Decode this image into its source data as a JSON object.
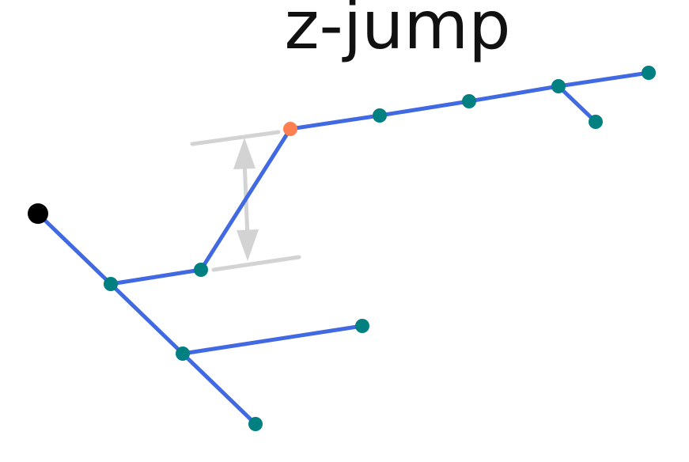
{
  "title": "z-jump",
  "colors": {
    "edge": "#4169E1",
    "node": "#008080",
    "highlight_node": "#FF7F50",
    "root_node": "#000000",
    "annotation": "#D3D3D3",
    "title_text": "#111111"
  },
  "graph": {
    "nodes": [
      {
        "id": "root",
        "kind": "root"
      },
      {
        "id": "n1",
        "kind": "normal"
      },
      {
        "id": "n2",
        "kind": "normal"
      },
      {
        "id": "n3",
        "kind": "highlight"
      },
      {
        "id": "n4",
        "kind": "normal"
      },
      {
        "id": "n5",
        "kind": "normal"
      },
      {
        "id": "n6",
        "kind": "normal"
      },
      {
        "id": "n7",
        "kind": "normal"
      },
      {
        "id": "n8",
        "kind": "normal"
      },
      {
        "id": "n9",
        "kind": "normal"
      },
      {
        "id": "n10",
        "kind": "normal"
      },
      {
        "id": "n11",
        "kind": "normal"
      }
    ],
    "edges": [
      [
        "root",
        "n1"
      ],
      [
        "n1",
        "n2"
      ],
      [
        "n2",
        "n3"
      ],
      [
        "n3",
        "n4"
      ],
      [
        "n4",
        "n5"
      ],
      [
        "n5",
        "n6"
      ],
      [
        "n6",
        "n7"
      ],
      [
        "n6",
        "n8"
      ],
      [
        "n1",
        "n9"
      ],
      [
        "n9",
        "n10"
      ],
      [
        "n9",
        "n11"
      ]
    ]
  },
  "annotation": {
    "kind": "double-arrow",
    "between": [
      "n2",
      "n3"
    ],
    "meaning": "z-jump"
  }
}
